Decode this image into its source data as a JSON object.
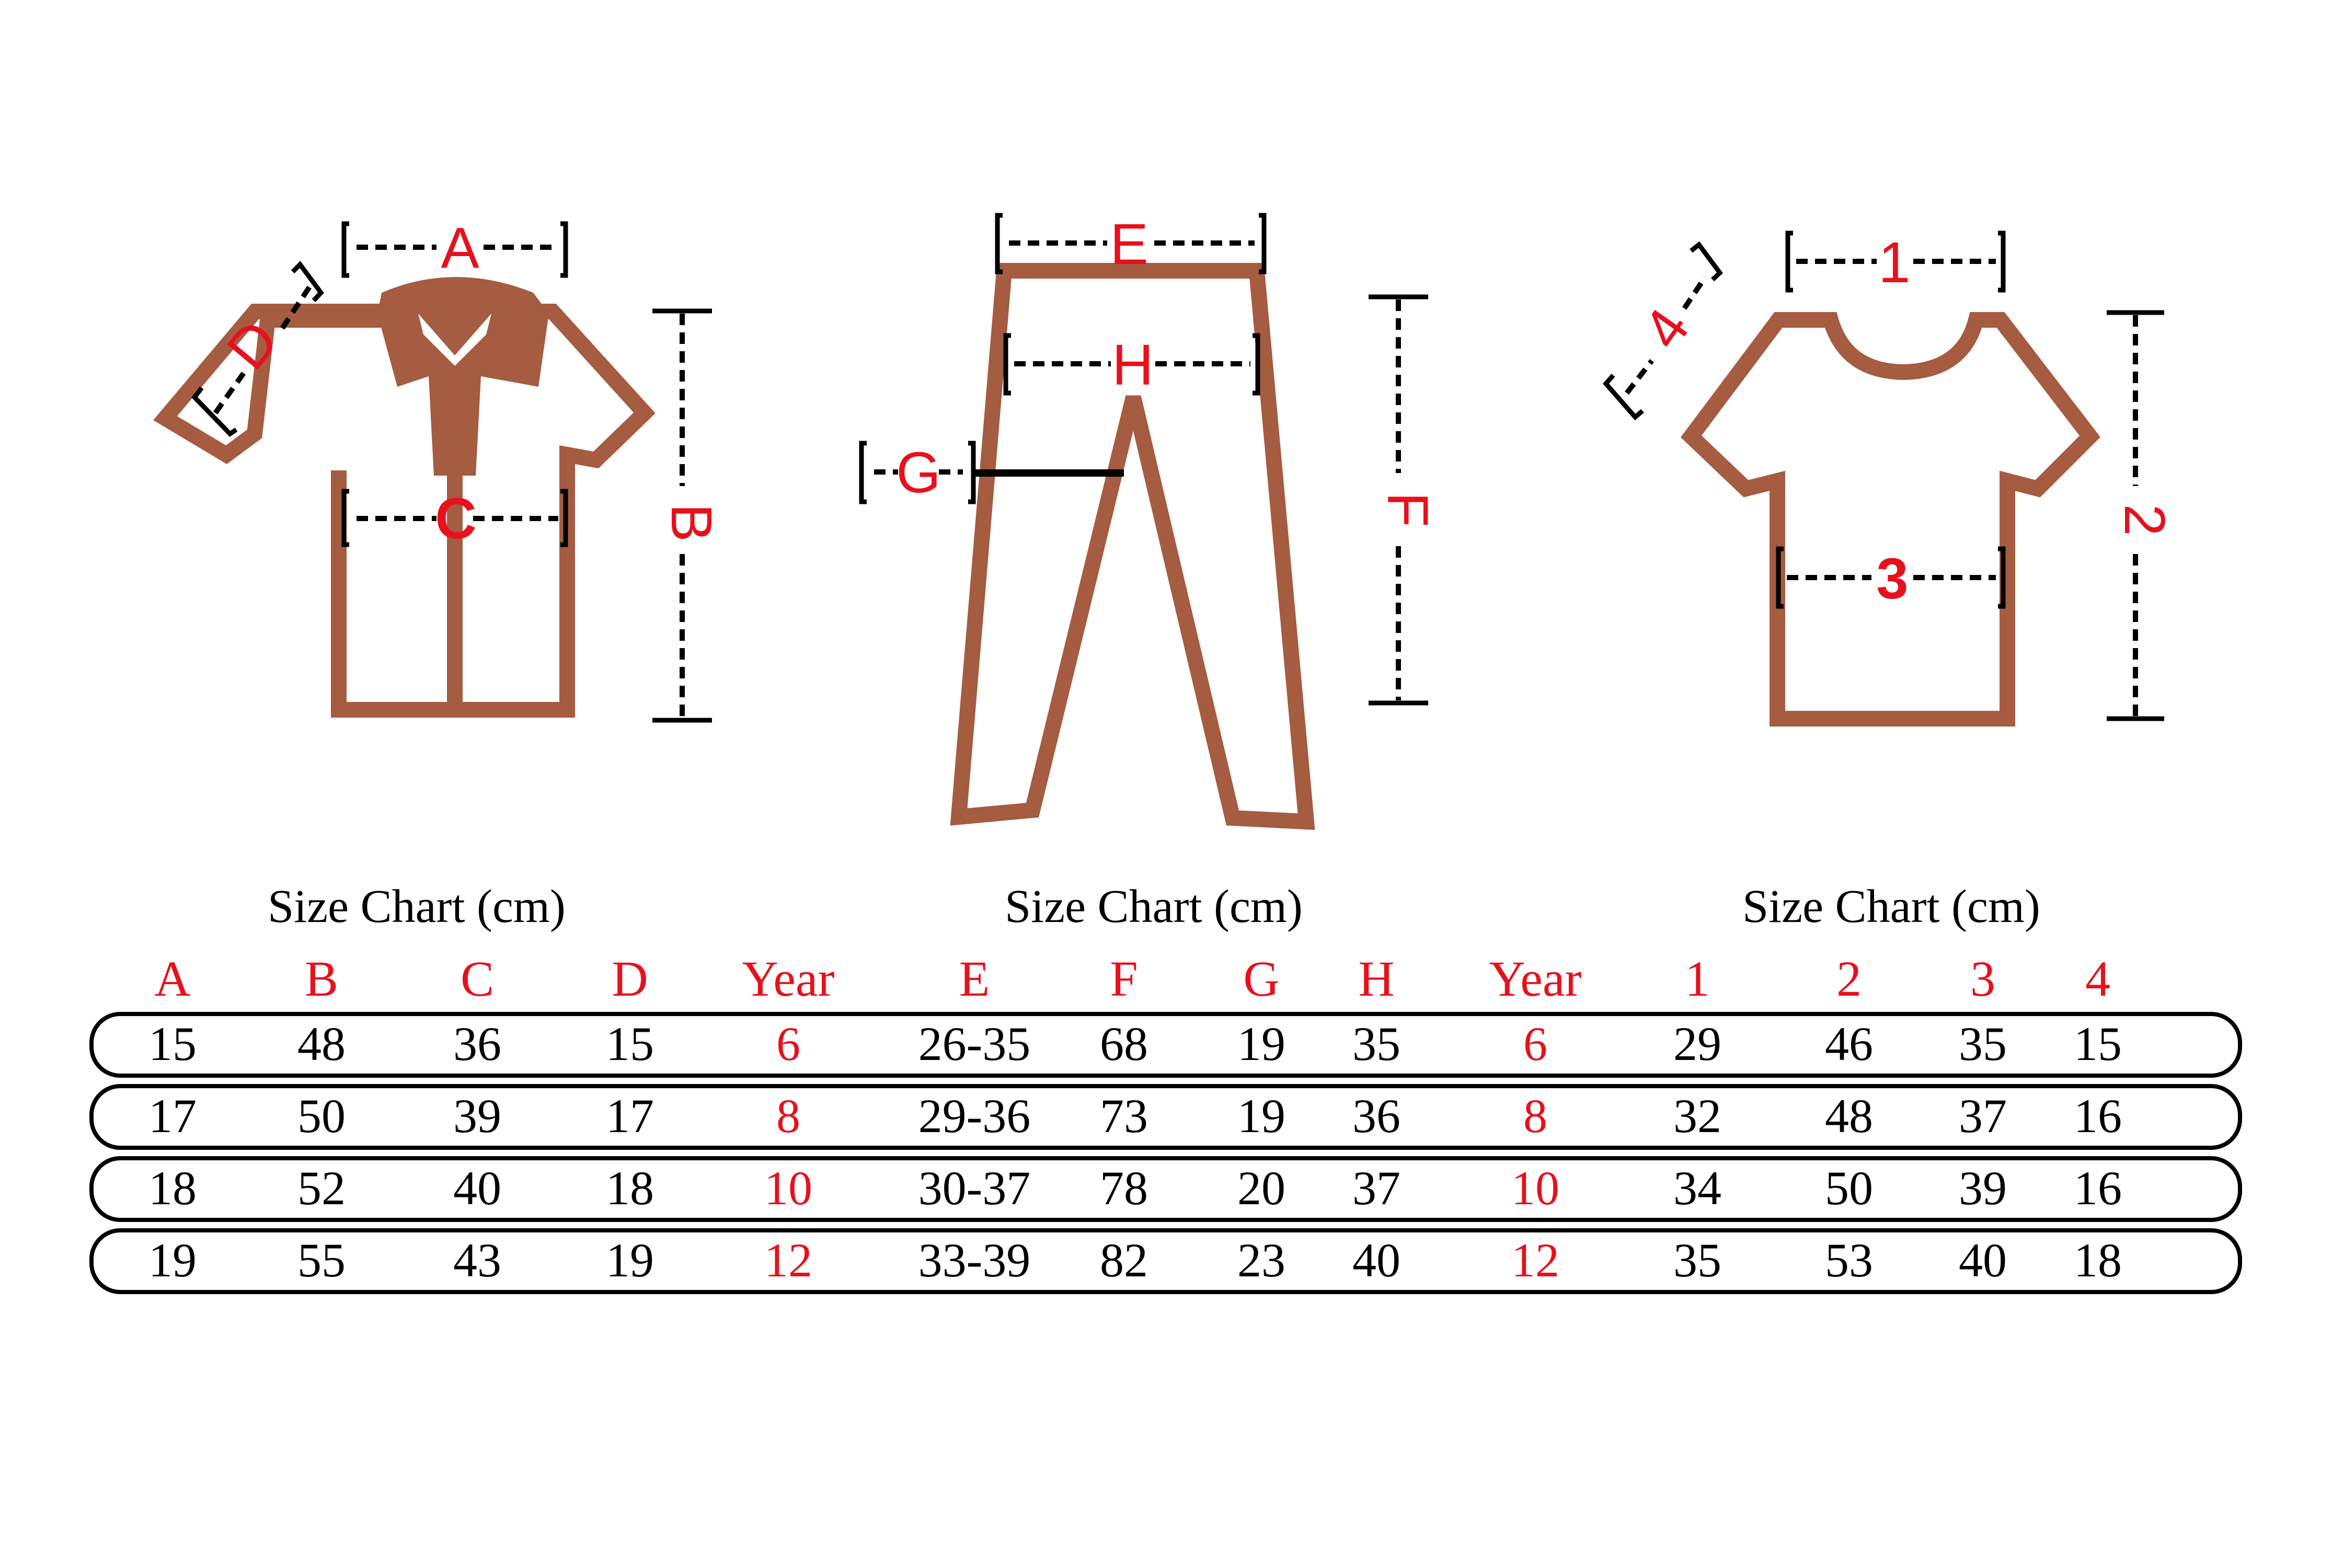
{
  "colors": {
    "garment": "#a55c40",
    "accent": "#e8101c",
    "ink": "#000000",
    "background": "#ffffff"
  },
  "diagrams": {
    "shirt": {
      "icon": "polo-shirt-icon",
      "labels": {
        "A": "A",
        "B": "B",
        "C": "C",
        "D": "D"
      }
    },
    "pants": {
      "icon": "pants-icon",
      "labels": {
        "E": "E",
        "F": "F",
        "G": "G",
        "H": "H"
      }
    },
    "tshirt": {
      "icon": "t-shirt-icon",
      "labels": {
        "one": "1",
        "two": "2",
        "three": "3",
        "four": "4"
      }
    }
  },
  "tables": {
    "shirt": {
      "title": "Size Chart (cm)"
    },
    "pants": {
      "title": "Size Chart (cm)"
    },
    "tshirt": {
      "title": "Size Chart (cm)"
    }
  },
  "headers": [
    "A",
    "B",
    "C",
    "D",
    "Year",
    "E",
    "F",
    "G",
    "H",
    "Year",
    "1",
    "2",
    "3",
    "4"
  ],
  "rows": [
    [
      "15",
      "48",
      "36",
      "15",
      "6",
      "26-35",
      "68",
      "19",
      "35",
      "6",
      "29",
      "46",
      "35",
      "15"
    ],
    [
      "17",
      "50",
      "39",
      "17",
      "8",
      "29-36",
      "73",
      "19",
      "36",
      "8",
      "32",
      "48",
      "37",
      "16"
    ],
    [
      "18",
      "52",
      "40",
      "18",
      "10",
      "30-37",
      "78",
      "20",
      "37",
      "10",
      "34",
      "50",
      "39",
      "16"
    ],
    [
      "19",
      "55",
      "43",
      "19",
      "12",
      "33-39",
      "82",
      "23",
      "40",
      "12",
      "35",
      "53",
      "40",
      "18"
    ]
  ]
}
